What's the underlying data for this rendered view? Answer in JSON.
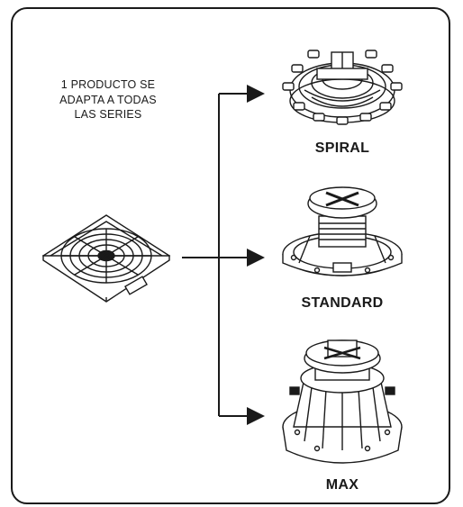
{
  "caption": {
    "line1": "1 PRODUCTO SE",
    "line2": "ADAPTA A TODAS",
    "line3": "LAS SERIES"
  },
  "products": [
    {
      "name": "SPIRAL"
    },
    {
      "name": "STANDARD"
    },
    {
      "name": "MAX"
    }
  ],
  "colors": {
    "line": "#1a1a1a",
    "background": "#ffffff"
  }
}
